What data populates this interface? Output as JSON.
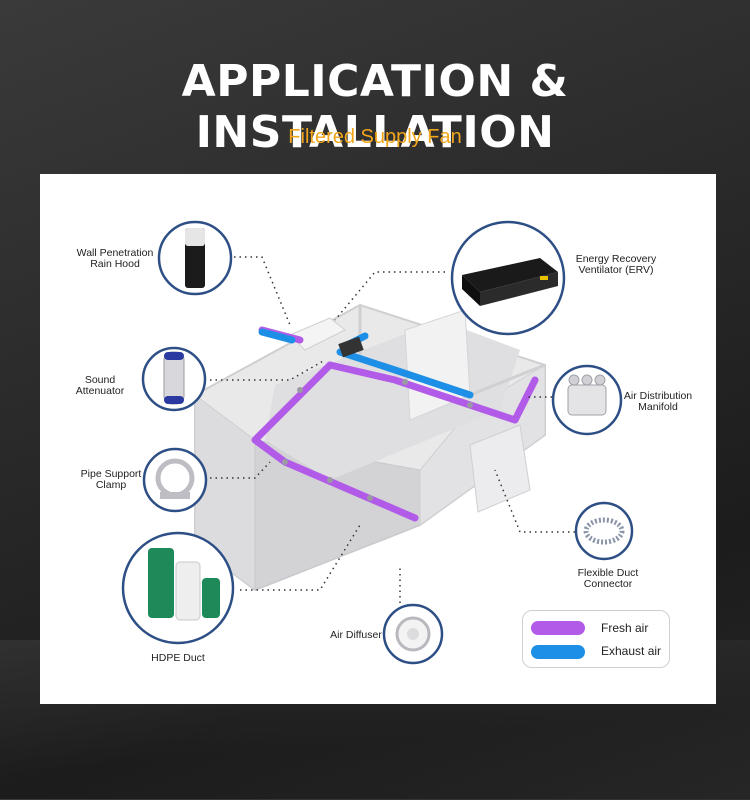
{
  "header": {
    "title": "APPLICATION & INSTALLATION",
    "subtitle": "Filtered Supply Fan"
  },
  "colors": {
    "fresh_air": "#b15be8",
    "exhaust_air": "#1e8fe6",
    "accent": "#f1a51b",
    "callout_ring": "#2d4f86"
  },
  "components": {
    "wall_penetration": "Wall Penetration Rain Hood",
    "erv": "Energy Recovery Ventilator (ERV)",
    "sound_attenuator": "Sound Attenuator",
    "manifold": "Air Distribution Manifold",
    "pipe_clamp": "Pipe Support Clamp",
    "flexible_duct": "Flexible Duct Connector",
    "hdpe_duct": "HDPE Duct",
    "air_diffuser": "Air Diffuser"
  },
  "legend": {
    "fresh": "Fresh air",
    "exhaust": "Exhaust air"
  }
}
